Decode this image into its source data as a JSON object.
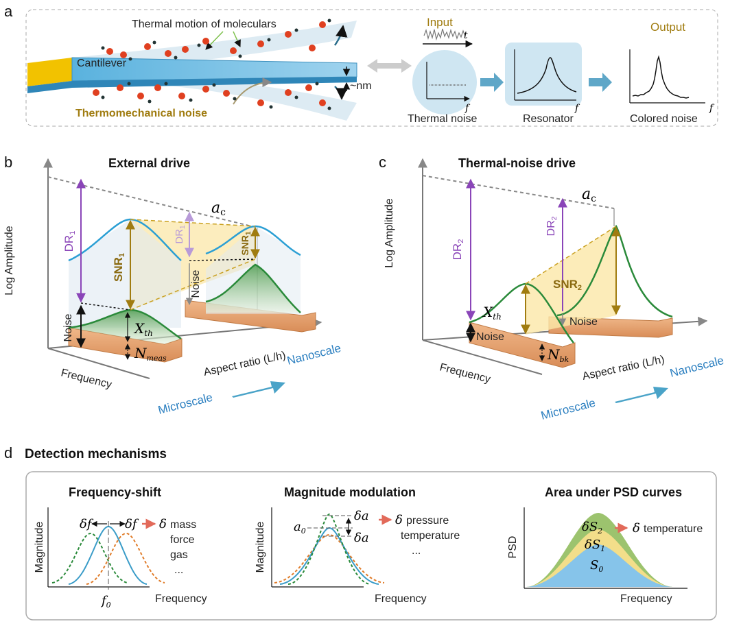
{
  "panel_a": {
    "label": "a",
    "thermal_motion": "Thermal motion of moleculars",
    "cantilever": "Cantilever",
    "nm": "~nm",
    "thermo_noise": "Thermomechanical noise",
    "input": "Input",
    "output": "Output",
    "t": "t",
    "f": "f",
    "thermal_noise": "Thermal noise",
    "resonator": "Resonator",
    "colored_noise": "Colored noise"
  },
  "panel_b": {
    "label": "b",
    "title": "External drive",
    "y_axis": "Log Amplitude",
    "x_axis": "Frequency",
    "depth_axis": "Aspect ratio (L/h)",
    "ac": "a",
    "ac_sub": "c",
    "dr1": "DR",
    "dr1_sub": "1",
    "snr1": "SNR",
    "snr1_sub": "1",
    "noise": "Noise",
    "xth": "X",
    "xth_sub": "th",
    "nmeas": "N",
    "nmeas_sub": "meas",
    "microscale": "Microscale",
    "nanoscale": "Nanoscale"
  },
  "panel_c": {
    "label": "c",
    "title": "Thermal-noise drive",
    "y_axis": "Log Amplitude",
    "x_axis": "Frequency",
    "depth_axis": "Aspect ratio (L/h)",
    "ac": "a",
    "ac_sub": "c",
    "dr2": "DR",
    "dr2_sub": "2",
    "snr2": "SNR",
    "snr2_sub": "2",
    "noise": "Noise",
    "xth": "X",
    "xth_sub": "th",
    "nbk": "N",
    "nbk_sub": "bk",
    "microscale": "Microscale",
    "nanoscale": "Nanoscale"
  },
  "panel_d": {
    "label": "d",
    "title": "Detection mechanisms",
    "fs": {
      "title": "Frequency-shift",
      "y_axis": "Magnitude",
      "x_axis": "Frequency",
      "df": "δf",
      "delta": "δ",
      "items": [
        "mass",
        "force",
        "gas",
        "..."
      ],
      "f0": "f",
      "f0_sub": "0"
    },
    "mm": {
      "title": "Magnitude modulation",
      "y_axis": "Magnitude",
      "x_axis": "Frequency",
      "da": "δa",
      "a0": "a",
      "a0_sub": "0",
      "delta": "δ",
      "items": [
        "pressure",
        "temperature",
        "..."
      ]
    },
    "psd": {
      "title": "Area under PSD curves",
      "y_axis": "PSD",
      "x_axis": "Frequency",
      "ds2": "δS",
      "ds2_sub": "2",
      "ds1": "δS",
      "ds1_sub": "1",
      "s0": "S",
      "s0_sub": "0",
      "delta": "δ",
      "item": "temperature"
    }
  },
  "colors": {
    "blue_curve": "#3a9cc8",
    "green_curve": "#2a8a3a",
    "orange_curve": "#e07b28",
    "purple": "#8a45b8",
    "gold": "#a07c10",
    "yellow_fill": "#fbe7a8",
    "copper": "#e8a878",
    "accent_arrow": "#4aa3c8"
  }
}
